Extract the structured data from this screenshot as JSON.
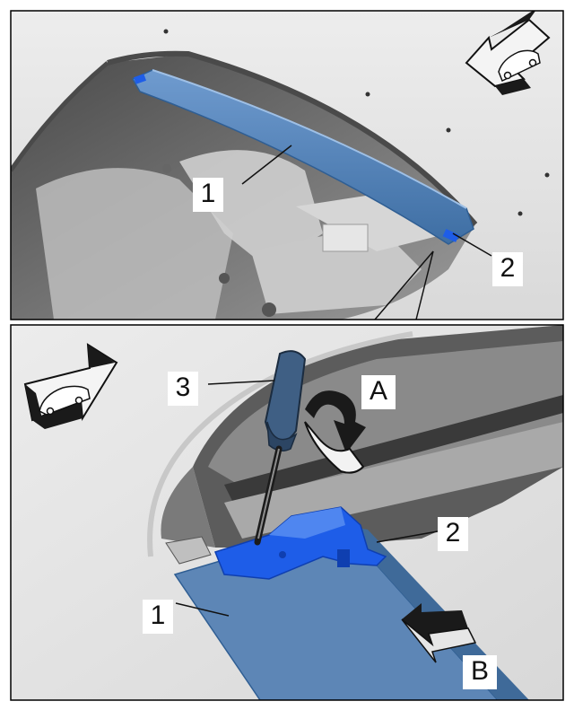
{
  "top_view": {
    "callouts": [
      {
        "id": "cover",
        "text": "1"
      },
      {
        "id": "clip",
        "text": "2"
      }
    ]
  },
  "detail_view": {
    "callouts": [
      {
        "id": "screwdriver",
        "text": "3"
      },
      {
        "id": "rotate",
        "text": "A"
      },
      {
        "id": "clip",
        "text": "2"
      },
      {
        "id": "cover",
        "text": "1"
      },
      {
        "id": "pull",
        "text": "B"
      }
    ]
  },
  "colors": {
    "part_blue": "#4d7eb4",
    "clip_blue": "#1e5de8",
    "tool_blue": "#3f5f84",
    "body_gray": "#e4e4e4",
    "dark_gray": "#6c6c6c",
    "frame": "#000000"
  },
  "icons": [
    "vehicle-direction-arrow-icon",
    "vehicle-direction-arrow-icon",
    "rotation-arrow-icon",
    "pull-direction-arrow-icon"
  ]
}
